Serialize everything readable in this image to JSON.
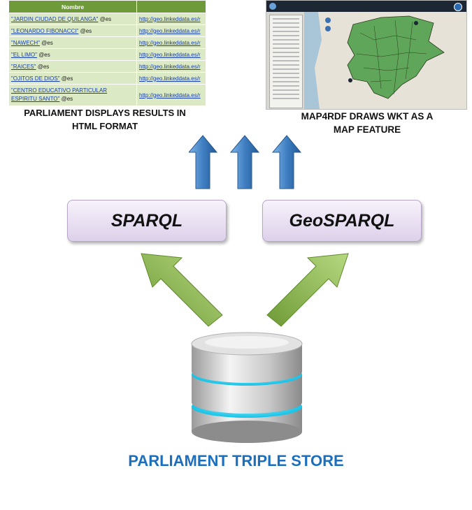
{
  "table": {
    "header": [
      "Nombre",
      ""
    ],
    "rows": [
      {
        "name": "\"JARDIN CIUDAD DE QUILANGA\"",
        "lang": "@es",
        "uri": "http://geo.linkeddata.es/r"
      },
      {
        "name": "\"LEONARDO FIBONACCI\"",
        "lang": "@es",
        "uri": "http://geo.linkeddata.es/r"
      },
      {
        "name": "\"NAWECH\"",
        "lang": "@es",
        "uri": "http://geo.linkeddata.es/r"
      },
      {
        "name": "\"EL LIMO\"",
        "lang": "@es",
        "uri": "http://geo.linkeddata.es/r"
      },
      {
        "name": "\"RAICES\"",
        "lang": "@es",
        "uri": "http://geo.linkeddata.es/r"
      },
      {
        "name": "\"OJITOS DE DIOS\"",
        "lang": "@es",
        "uri": "http://geo.linkeddata.es/r"
      },
      {
        "name": "\"CENTRO EDUCATIVO PARTICULAR ESPIRITU SANTO\"",
        "lang": "@es",
        "uri": "http://geo.linkeddata.es/r"
      }
    ]
  },
  "captions": {
    "left_line1": "PARLIAMENT DISPLAYS RESULTS IN",
    "left_line2": "HTML FORMAT",
    "right_line1": "MAP4RDF DRAWS WKT AS A",
    "right_line2": "MAP FEATURE"
  },
  "boxes": {
    "sparql": "SPARQL",
    "geosparql": "GeoSPARQL"
  },
  "store_label": "PARLIAMENT TRIPLE STORE",
  "colors": {
    "table_header": "#6f9a3a",
    "table_row": "#dbeac4",
    "map_land": "#5fa65a",
    "up_arrow": "#3f7fc2",
    "green_arrow": "#8dbb4e",
    "db_glow": "#38d6f0",
    "store_label": "#1b6fbd"
  }
}
